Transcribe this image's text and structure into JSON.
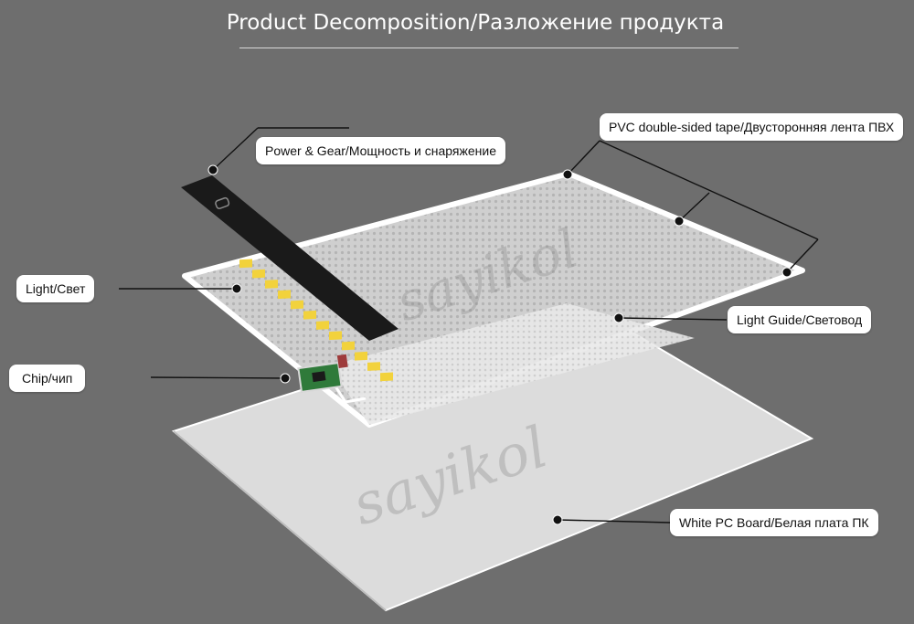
{
  "title": "Product Decomposition/Разложение продукта",
  "labels": {
    "power": "Power & Gear/Мощность и снаряжение",
    "pvc": "PVC double-sided tape/Двусторонняя лента ПВХ",
    "light": "Light/Свет",
    "light_guide": "Light Guide/Световод",
    "chip": "Chip/чип",
    "pc_board": "White PC Board/Белая плата ПК"
  },
  "watermark": "sayikol",
  "colors": {
    "background": "#6e6e6e",
    "led": "#f2d23c",
    "chip_pcb": "#2f7a3a",
    "strip": "#1a1a1a"
  }
}
